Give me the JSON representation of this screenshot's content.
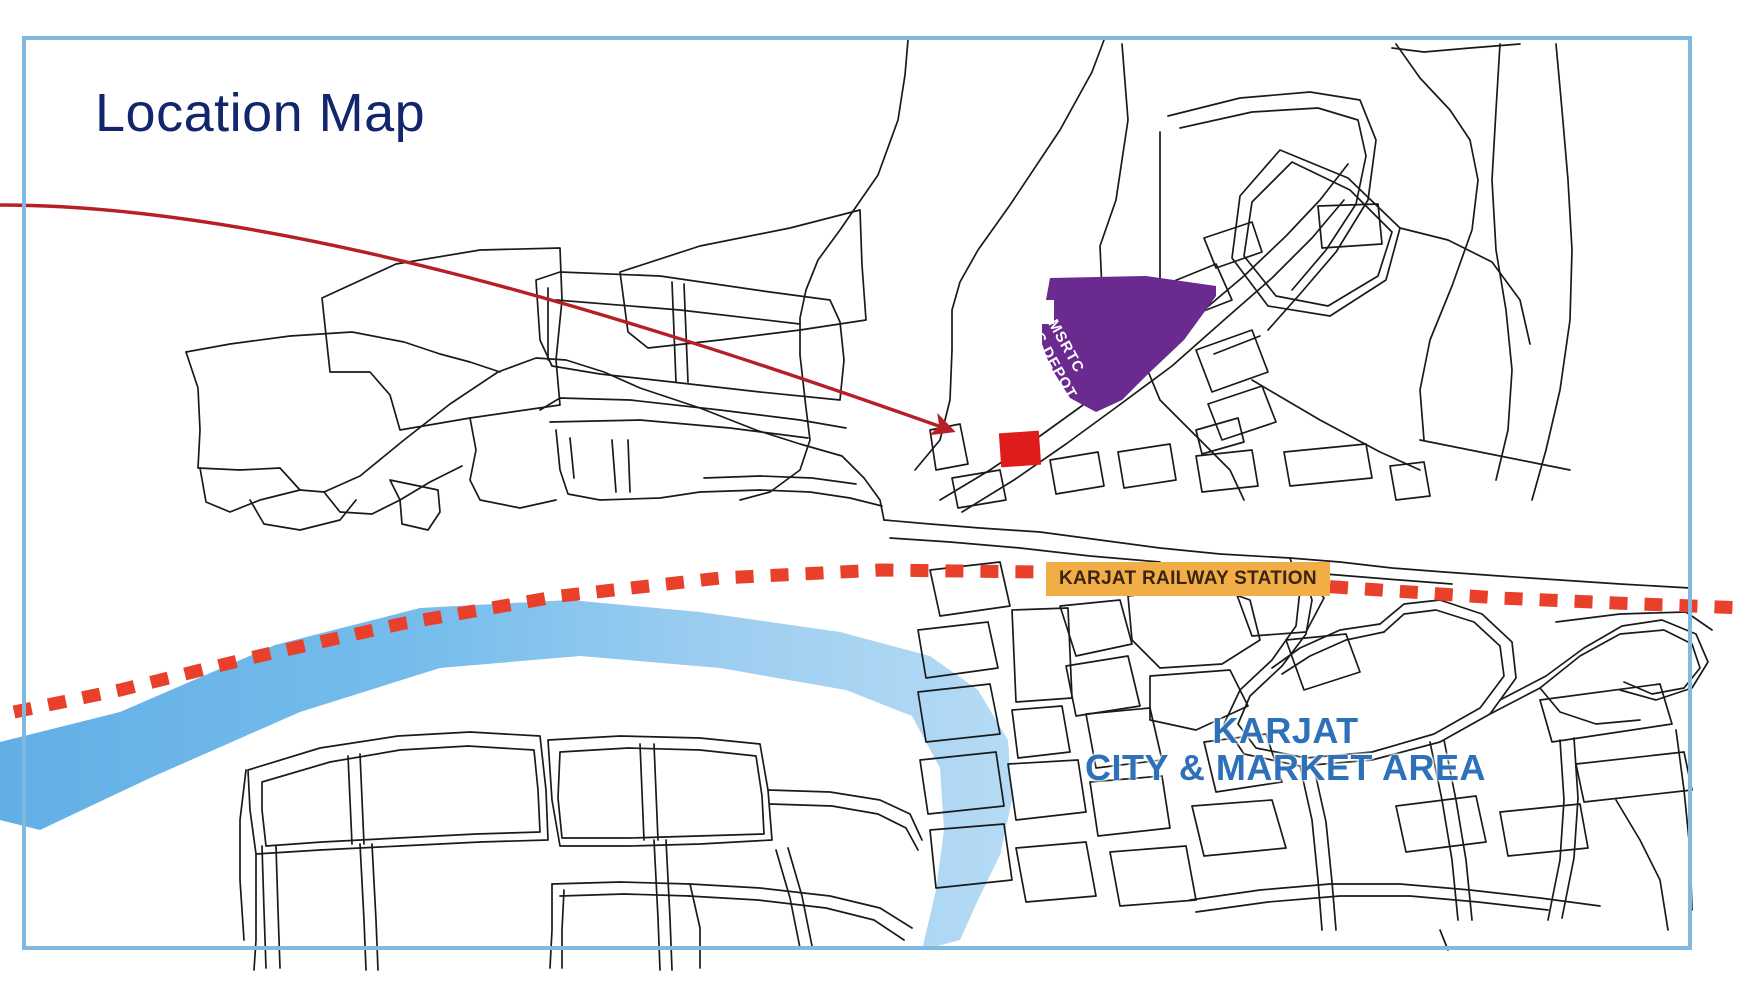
{
  "map": {
    "title": "Location Map",
    "frame_color": "#7fb9e0",
    "background": "#ffffff"
  },
  "labels": {
    "station": {
      "text": "KARJAT RAILWAY STATION",
      "background": "#f2ae46",
      "text_color": "#3b2410"
    },
    "city_area": {
      "line1": "KARJAT",
      "line2": "CITY & MARKET AREA",
      "color": "#2e71b8"
    },
    "bus_depot": {
      "line1": "MSRTC",
      "line2": "BUS DEPOT",
      "fill_color": "#6b2a8f",
      "text_color": "#ffffff"
    }
  },
  "features": {
    "railway_line": {
      "name": "railway-dashed-line",
      "color": "#e8402a",
      "style": "dashed"
    },
    "river": {
      "name": "river",
      "color_near": "#69b3e7",
      "color_far": "#a8d4f2"
    },
    "site_marker": {
      "name": "project-site-marker",
      "color": "#e01b1b"
    },
    "pointer_arrow": {
      "name": "site-pointer-arrow",
      "color": "#b62025"
    },
    "roads": {
      "name": "road-network",
      "color": "#1a1a1a"
    }
  }
}
